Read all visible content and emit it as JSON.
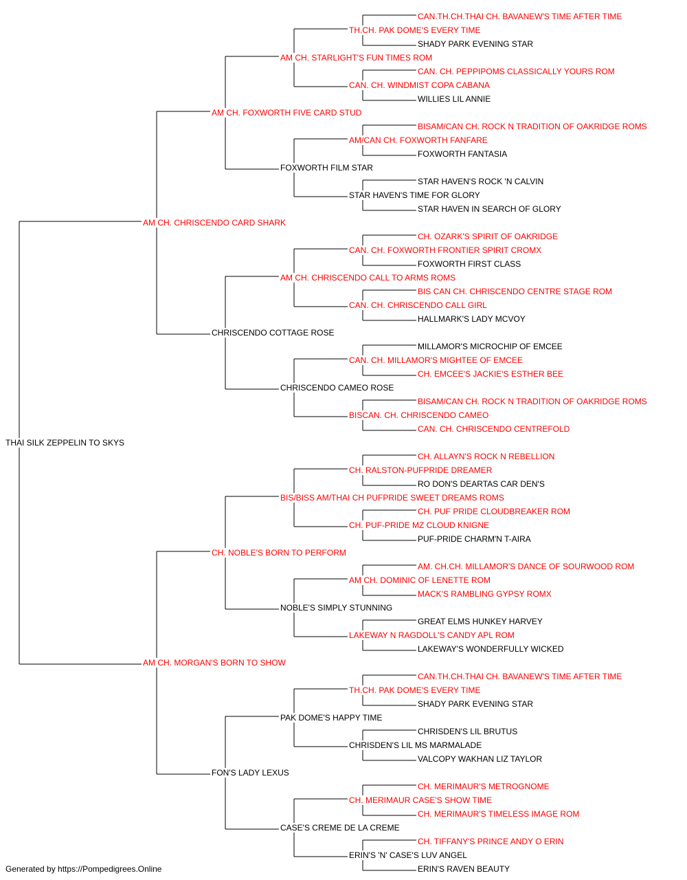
{
  "colors": {
    "champion": "#ff0000",
    "plain": "#000000",
    "line": "#000000"
  },
  "footer": "Generated by https://Pompedigrees.Online",
  "pedigree": {
    "name": "THAI SILK ZEPPELIN TO SKYS",
    "champion": false,
    "sire": {
      "name": "AM CH. CHRISCENDO CARD SHARK",
      "champion": true,
      "sire": {
        "name": "AM CH. FOXWORTH FIVE CARD STUD",
        "champion": true,
        "sire": {
          "name": "AM CH. STARLIGHT'S FUN TIMES ROM",
          "champion": true,
          "sire": {
            "name": "TH.CH. PAK DOME'S EVERY TIME",
            "champion": true,
            "sire": {
              "name": "CAN.TH.CH.THAI CH. BAVANEW'S TIME AFTER TIME",
              "champion": true
            },
            "dam": {
              "name": "SHADY PARK EVENING STAR",
              "champion": false
            }
          },
          "dam": {
            "name": "CAN. CH. WINDMIST COPA CABANA",
            "champion": true,
            "sire": {
              "name": "CAN. CH. PEPPIPOMS CLASSICALLY YOURS ROM",
              "champion": true
            },
            "dam": {
              "name": "WILLIES LIL ANNIE",
              "champion": false
            }
          }
        },
        "dam": {
          "name": "FOXWORTH FILM STAR",
          "champion": false,
          "sire": {
            "name": "AM/CAN CH. FOXWORTH FANFARE",
            "champion": true,
            "sire": {
              "name": "BISAM/CAN CH. ROCK N TRADITION OF OAKRIDGE ROMS",
              "champion": true
            },
            "dam": {
              "name": "FOXWORTH FANTASIA",
              "champion": false
            }
          },
          "dam": {
            "name": "STAR HAVEN'S TIME FOR GLORY",
            "champion": false,
            "sire": {
              "name": "STAR HAVEN'S ROCK 'N CALVIN",
              "champion": false
            },
            "dam": {
              "name": "STAR HAVEN IN SEARCH OF GLORY",
              "champion": false
            }
          }
        }
      },
      "dam": {
        "name": "CHRISCENDO COTTAGE ROSE",
        "champion": false,
        "sire": {
          "name": "AM CH. CHRISCENDO CALL TO ARMS ROMS",
          "champion": true,
          "sire": {
            "name": "CAN. CH. FOXWORTH FRONTIER SPIRIT CROMX",
            "champion": true,
            "sire": {
              "name": "CH. OZARK'S SPIRIT OF OAKRIDGE",
              "champion": true
            },
            "dam": {
              "name": "FOXWORTH FIRST CLASS",
              "champion": false
            }
          },
          "dam": {
            "name": "CAN. CH. CHRISCENDO CALL GIRL",
            "champion": true,
            "sire": {
              "name": "BIS CAN CH. CHRISCENDO CENTRE STAGE ROM",
              "champion": true
            },
            "dam": {
              "name": "HALLMARK'S LADY MCVOY",
              "champion": false
            }
          }
        },
        "dam": {
          "name": "CHRISCENDO CAMEO ROSE",
          "champion": false,
          "sire": {
            "name": "CAN. CH. MILLAMOR'S MIGHTEE OF EMCEE",
            "champion": true,
            "sire": {
              "name": "MILLAMOR'S MICROCHIP OF EMCEE",
              "champion": false
            },
            "dam": {
              "name": "CH. EMCEE'S JACKIE'S ESTHER BEE",
              "champion": true
            }
          },
          "dam": {
            "name": "BISCAN. CH. CHRISCENDO CAMEO",
            "champion": true,
            "sire": {
              "name": "BISAM/CAN CH. ROCK N TRADITION OF OAKRIDGE ROMS",
              "champion": true
            },
            "dam": {
              "name": "CAN. CH. CHRISCENDO CENTREFOLD",
              "champion": true
            }
          }
        }
      }
    },
    "dam": {
      "name": "AM CH. MORGAN'S BORN TO SHOW",
      "champion": true,
      "sire": {
        "name": "CH. NOBLE'S BORN TO PERFORM",
        "champion": true,
        "sire": {
          "name": "BIS/BISS AM/THAI CH PUFPRIDE SWEET DREAMS ROMS",
          "champion": true,
          "sire": {
            "name": "CH. RALSTON-PUFPRIDE DREAMER",
            "champion": true,
            "sire": {
              "name": "CH. ALLAYN'S ROCK N REBELLION",
              "champion": true
            },
            "dam": {
              "name": "RO DON'S DEARTAS CAR DEN'S",
              "champion": false
            }
          },
          "dam": {
            "name": "CH. PUF-PRIDE MZ CLOUD KNIGNE",
            "champion": true,
            "sire": {
              "name": "CH. PUF PRIDE CLOUDBREAKER ROM",
              "champion": true
            },
            "dam": {
              "name": "PUF-PRIDE CHARM'N T-AIRA",
              "champion": false
            }
          }
        },
        "dam": {
          "name": "NOBLE'S SIMPLY STUNNING",
          "champion": false,
          "sire": {
            "name": "AM CH. DOMINIC OF LENETTE ROM",
            "champion": true,
            "sire": {
              "name": "AM. CH.CH. MILLAMOR'S DANCE OF SOURWOOD ROM",
              "champion": true
            },
            "dam": {
              "name": "MACK'S RAMBLING GYPSY ROMX",
              "champion": true
            }
          },
          "dam": {
            "name": "LAKEWAY N RAGDOLL'S CANDY APL ROM",
            "champion": true,
            "sire": {
              "name": "GREAT ELMS HUNKEY HARVEY",
              "champion": false
            },
            "dam": {
              "name": "LAKEWAY'S WONDERFULLY WICKED",
              "champion": false
            }
          }
        }
      },
      "dam": {
        "name": "FON'S LADY LEXUS",
        "champion": false,
        "sire": {
          "name": "PAK DOME'S HAPPY TIME",
          "champion": false,
          "sire": {
            "name": "TH.CH. PAK DOME'S EVERY TIME",
            "champion": true,
            "sire": {
              "name": "CAN.TH.CH.THAI CH. BAVANEW'S TIME AFTER TIME",
              "champion": true
            },
            "dam": {
              "name": "SHADY PARK EVENING STAR",
              "champion": false
            }
          },
          "dam": {
            "name": "CHRISDEN'S LIL MS MARMALADE",
            "champion": false,
            "sire": {
              "name": "CHRISDEN'S LIL BRUTUS",
              "champion": false
            },
            "dam": {
              "name": "VALCOPY WAKHAN LIZ TAYLOR",
              "champion": false
            }
          }
        },
        "dam": {
          "name": "CASE'S CREME DE LA CREME",
          "champion": false,
          "sire": {
            "name": "CH. MERIMAUR CASE'S SHOW TIME",
            "champion": true,
            "sire": {
              "name": "CH. MERIMAUR'S METROGNOME",
              "champion": true
            },
            "dam": {
              "name": "CH. MERIMAUR'S TIMELESS IMAGE ROM",
              "champion": true
            }
          },
          "dam": {
            "name": "ERIN'S 'N' CASE'S LUV ANGEL",
            "champion": false,
            "sire": {
              "name": "CH. TIFFANY'S PRINCE ANDY O ERIN",
              "champion": true
            },
            "dam": {
              "name": "ERIN'S RAVEN BEAUTY",
              "champion": false
            }
          }
        }
      }
    }
  }
}
